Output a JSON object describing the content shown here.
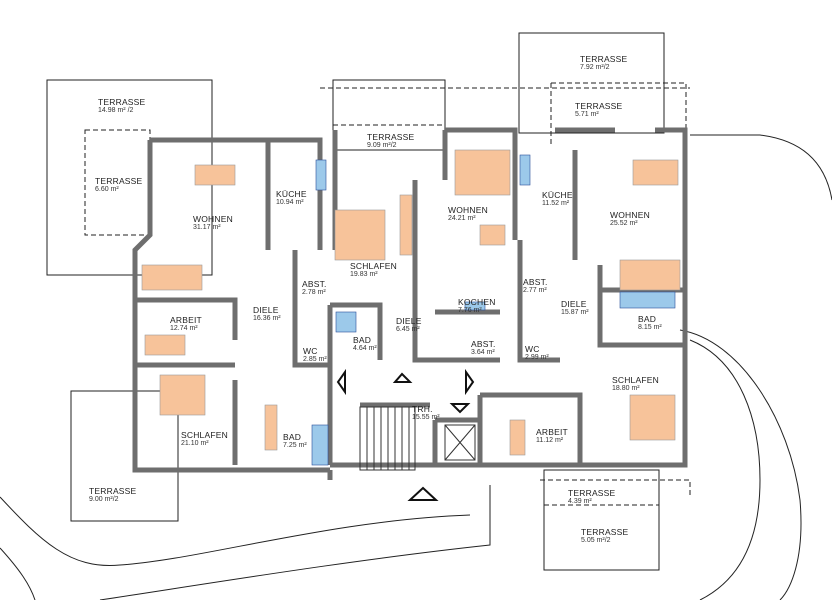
{
  "rooms": [
    {
      "name": "TERRASSE",
      "area": "14.98 m² /2"
    },
    {
      "name": "TERRASSE",
      "area": "6.60 m²"
    },
    {
      "name": "WOHNEN",
      "area": "31.17 m²"
    },
    {
      "name": "KÜCHE",
      "area": "10.94 m²"
    },
    {
      "name": "TERRASSE",
      "area": "9.09 m²/2"
    },
    {
      "name": "SCHLAFEN",
      "area": "19.83 m²"
    },
    {
      "name": "WOHNEN",
      "area": "24.21 m²"
    },
    {
      "name": "KÜCHE",
      "area": "11.52 m²"
    },
    {
      "name": "TERRASSE",
      "area": "7.92 m²/2"
    },
    {
      "name": "TERRASSE",
      "area": "5.71 m²"
    },
    {
      "name": "WOHNEN",
      "area": "25.52 m²"
    },
    {
      "name": "ABST.",
      "area": "2.78 m²"
    },
    {
      "name": "DIELE",
      "area": "16.36 m²"
    },
    {
      "name": "ARBEIT",
      "area": "12.74 m²"
    },
    {
      "name": "DIELE",
      "area": "6.45 m²"
    },
    {
      "name": "KOCHEN",
      "area": "7.76 m²"
    },
    {
      "name": "ABST.",
      "area": "3.64 m²"
    },
    {
      "name": "BAD",
      "area": "4.64 m²"
    },
    {
      "name": "WC",
      "area": "2.85 m²"
    },
    {
      "name": "ABST.",
      "area": "2.77 m²"
    },
    {
      "name": "DIELE",
      "area": "15.87 m²"
    },
    {
      "name": "BAD",
      "area": "8.15 m²"
    },
    {
      "name": "WC",
      "area": "2.99 m²"
    },
    {
      "name": "SCHLAFEN",
      "area": "18.80 m²"
    },
    {
      "name": "SCHLAFEN",
      "area": "21.10 m²"
    },
    {
      "name": "BAD",
      "area": "7.25 m²"
    },
    {
      "name": "TRH.",
      "area": "15.55 m²"
    },
    {
      "name": "ARBEIT",
      "area": "11.12 m²"
    },
    {
      "name": "TERRASSE",
      "area": "9.00 m²/2"
    },
    {
      "name": "TERRASSE",
      "area": "4.39 m²"
    },
    {
      "name": "TERRASSE",
      "area": "5.05 m²/2"
    }
  ],
  "colors": {
    "wall": "#6e6e6e",
    "furniture": "#f08a3c",
    "sanitary": "#4a90c8",
    "line": "#222222"
  }
}
